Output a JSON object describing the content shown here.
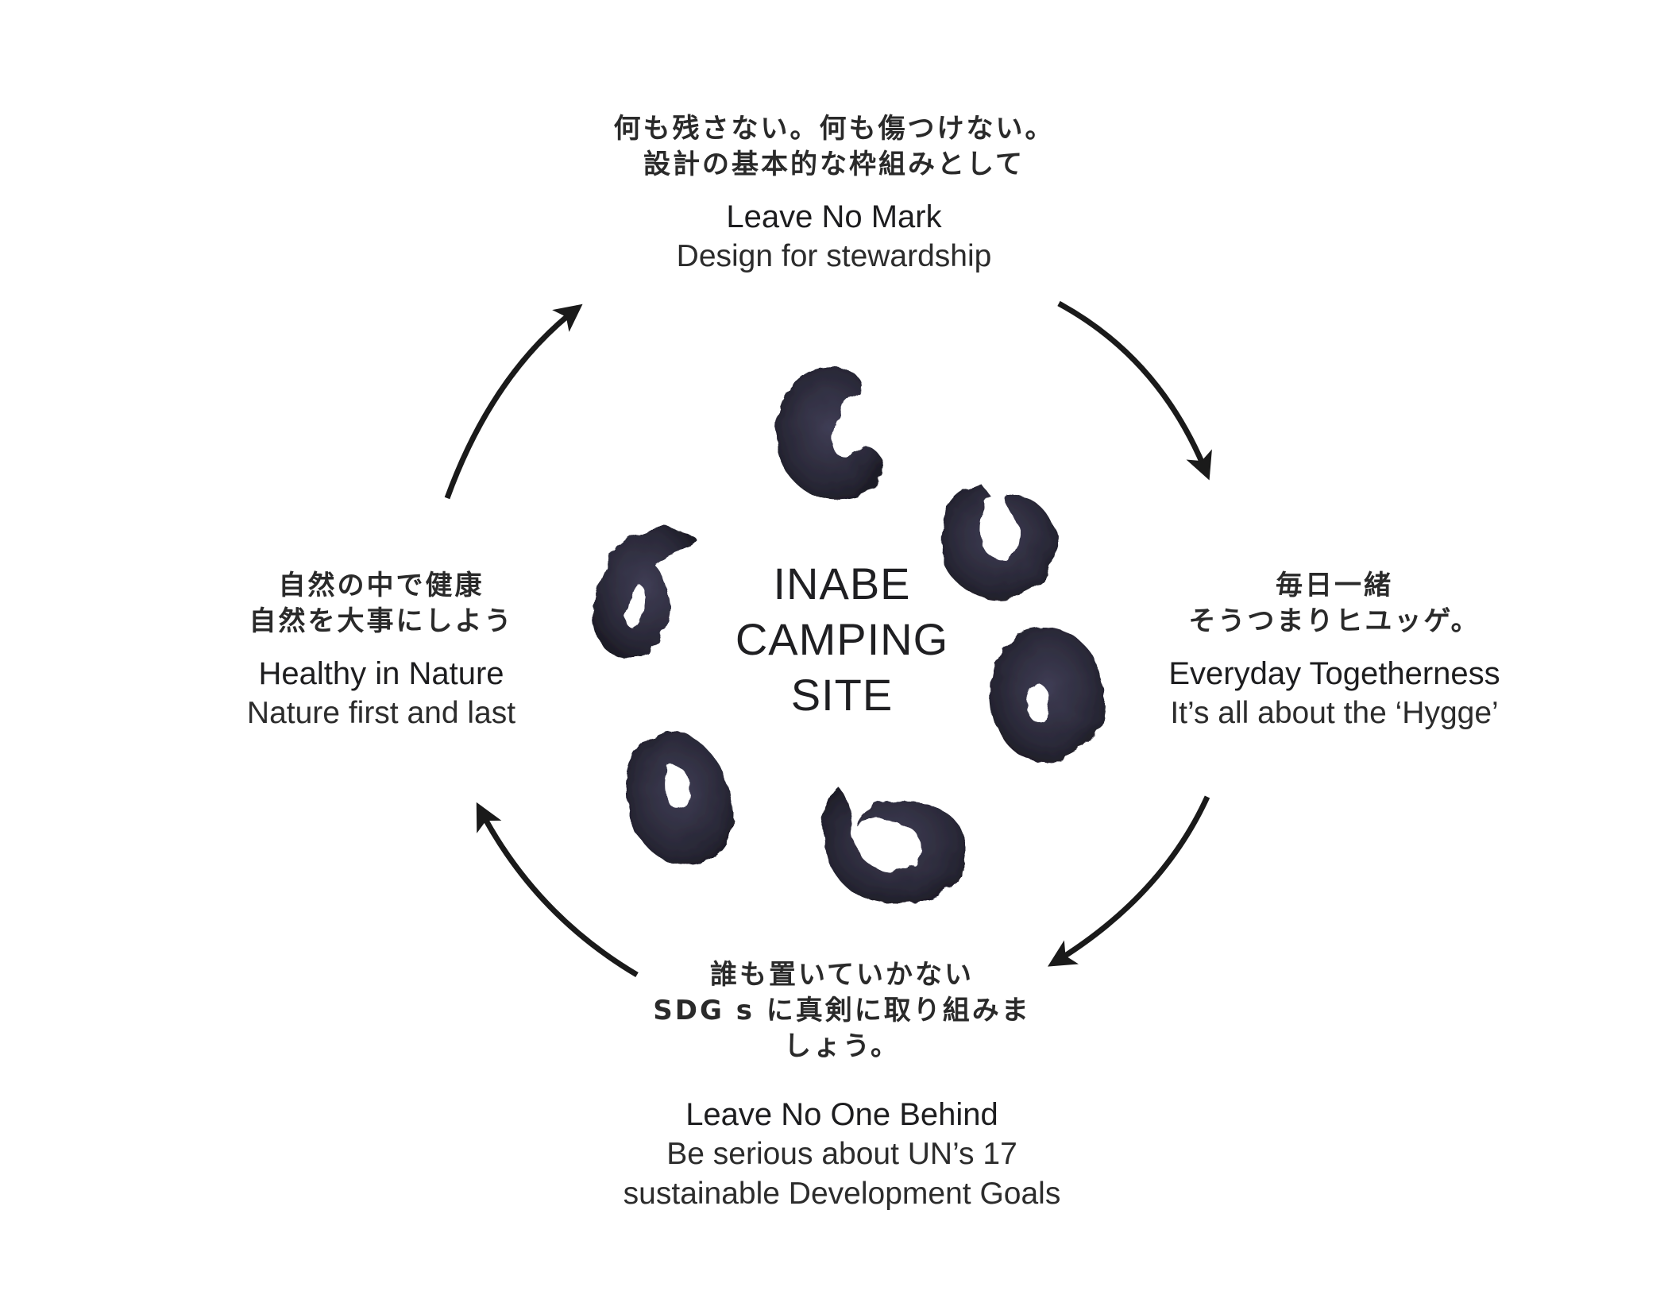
{
  "center": {
    "line1": "INABE",
    "line2": "CAMPING",
    "line3": "SITE"
  },
  "top": {
    "jp_line1": "何も残さない。何も傷つけない。",
    "jp_line2": "設計の基本的な枠組みとして",
    "title": "Leave No Mark",
    "subtitle": "Design for stewardship"
  },
  "right": {
    "jp_line1": "毎日一緒",
    "jp_line2": "そうつまりヒユッゲ。",
    "title": "Everyday Togetherness",
    "subtitle": "It’s all about the ‘Hygge’"
  },
  "bottom": {
    "jp_line1": "誰も置いていかない",
    "jp_line2": "SDG s に真剣に取り組みま",
    "jp_line3": "しょう。",
    "title": "Leave No One Behind",
    "subtitle_line1": "Be serious about UN’s 17",
    "subtitle_line2": "sustainable Development Goals"
  },
  "left": {
    "jp_line1": "自然の中で健康",
    "jp_line2": "自然を大事にしよう",
    "title": "Healthy in Nature",
    "subtitle": "Nature first and last"
  },
  "colors": {
    "ink": "#2b2a3a",
    "arrow": "#1a1a1a"
  }
}
